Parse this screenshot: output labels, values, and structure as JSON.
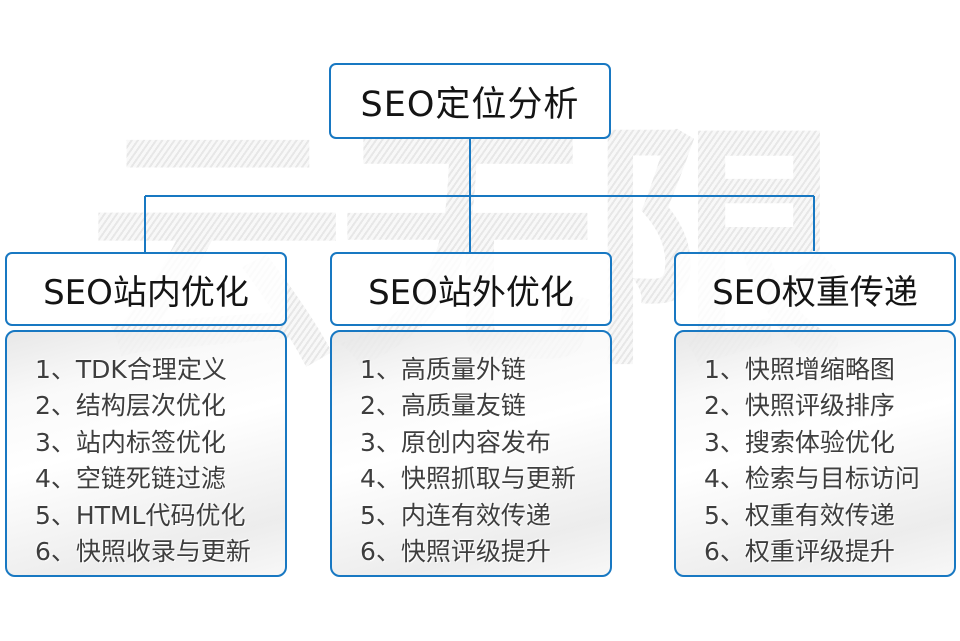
{
  "root": {
    "label": "SEO定位分析"
  },
  "watermark": {
    "text": "云无限"
  },
  "colors": {
    "line": "#1878c2",
    "border": "#1878c2",
    "heading_text": "#141414",
    "list_text": "#3e3e3e"
  },
  "columns": [
    {
      "title": "SEO站内优化",
      "items": [
        "1、TDK合理定义",
        "2、结构层次优化",
        "3、站内标签优化",
        "4、空链死链过滤",
        "5、HTML代码优化",
        "6、快照收录与更新"
      ]
    },
    {
      "title": "SEO站外优化",
      "items": [
        "1、高质量外链",
        "2、高质量友链",
        "3、原创内容发布",
        "4、快照抓取与更新",
        "5、内连有效传递",
        "6、快照评级提升"
      ]
    },
    {
      "title": "SEO权重传递",
      "items": [
        "1、快照增缩略图",
        "2、快照评级排序",
        "3、搜索体验优化",
        "4、检索与目标访问",
        "5、权重有效传递",
        "6、权重评级提升"
      ]
    }
  ]
}
